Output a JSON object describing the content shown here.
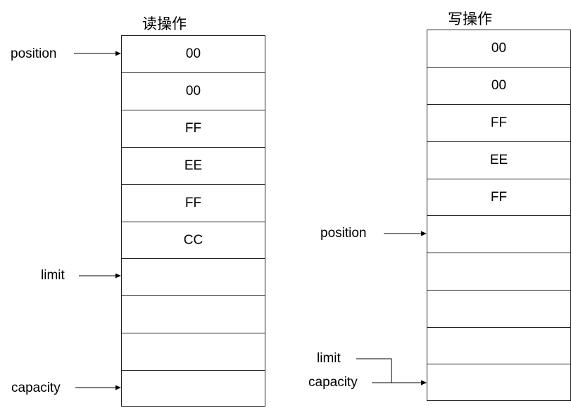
{
  "read_panel": {
    "title": "读操作",
    "cells": [
      "00",
      "00",
      "FF",
      "EE",
      "FF",
      "CC",
      "",
      "",
      "",
      ""
    ],
    "pointers": {
      "position": "position",
      "limit": "limit",
      "capacity": "capacity"
    }
  },
  "write_panel": {
    "title": "写操作",
    "cells": [
      "00",
      "00",
      "FF",
      "EE",
      "FF",
      "",
      "",
      "",
      "",
      ""
    ],
    "pointers": {
      "position": "position",
      "limit": "limit",
      "capacity": "capacity"
    }
  }
}
